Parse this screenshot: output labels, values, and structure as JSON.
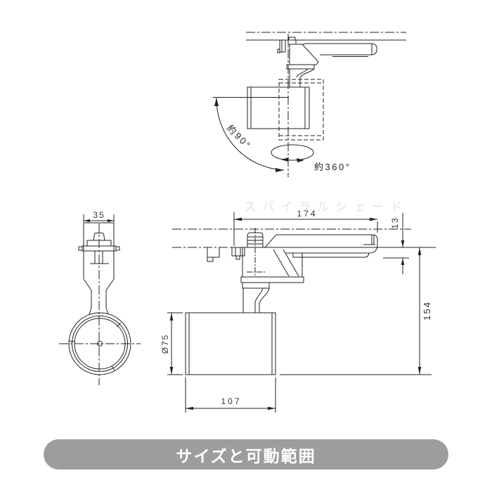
{
  "watermark": "スパイラルシェード",
  "top_view": {
    "tilt_range_label": "約90°",
    "pan_range_label": "約360°"
  },
  "front_view": {
    "adapter_width_mm": "35"
  },
  "side_view": {
    "overall_length_mm": "174",
    "track_clearance_mm": "13",
    "overall_height_mm": "154",
    "body_diameter_mm": "Ø75",
    "body_length_mm": "107"
  },
  "banner": {
    "label": "サイズと可動範囲"
  },
  "colors": {
    "line": "#222222",
    "dim_text": "#333333",
    "watermark": "#e3e3e3",
    "banner_bg": "#9d9d9d",
    "banner_text": "#ffffff"
  }
}
